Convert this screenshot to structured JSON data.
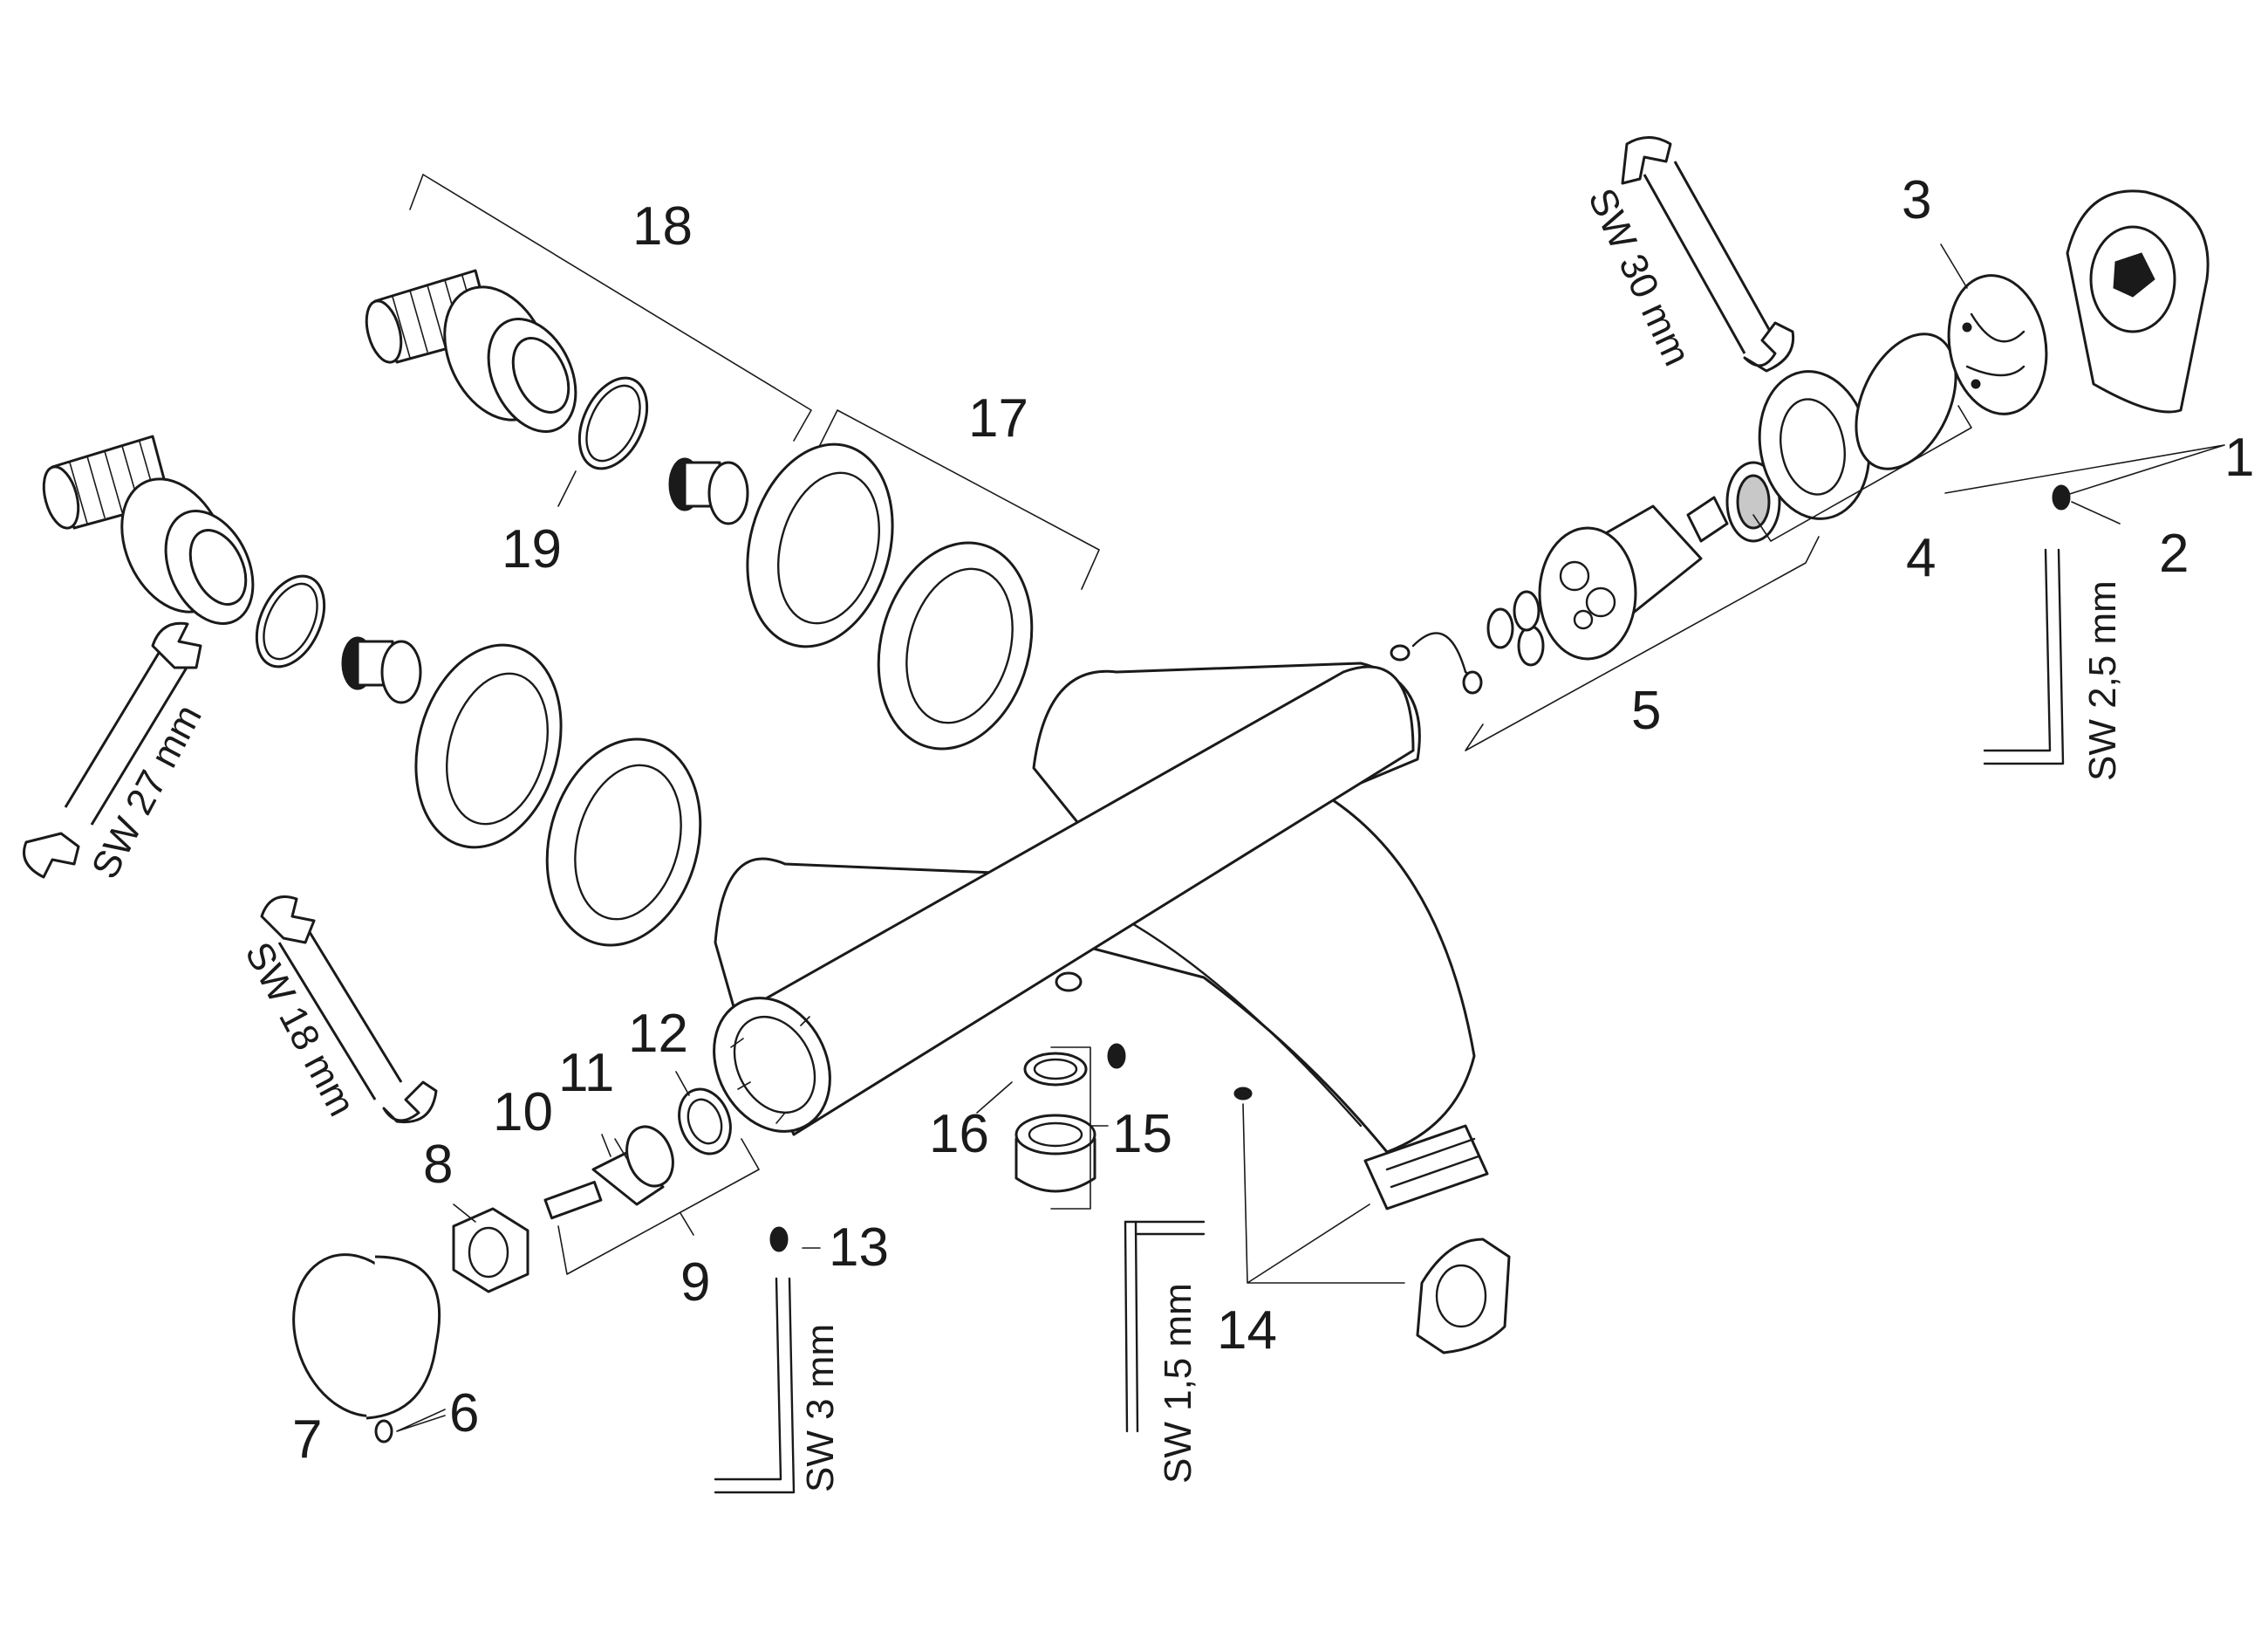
{
  "part_numbers": {
    "p1": "1",
    "p2": "2",
    "p3": "3",
    "p4": "4",
    "p5": "5",
    "p6": "6",
    "p7": "7",
    "p8": "8",
    "p9": "9",
    "p10": "10",
    "p11": "11",
    "p12": "12",
    "p13": "13",
    "p14": "14",
    "p15": "15",
    "p16": "16",
    "p17": "17",
    "p18": "18",
    "p19": "19"
  },
  "tool_labels": {
    "sw30": "SW 30 mm",
    "sw27": "SW 27 mm",
    "sw18": "SW 18 mm",
    "sw25": "SW 2,5 mm",
    "sw3": "SW 3 mm",
    "sw15": "SW 1,5 mm"
  }
}
